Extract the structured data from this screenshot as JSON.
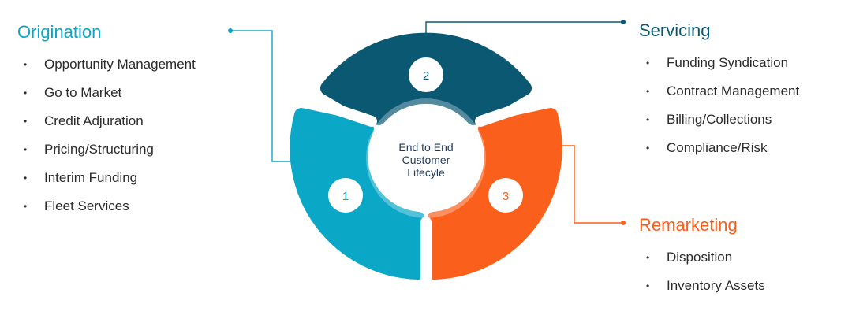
{
  "colors": {
    "teal": "#0aa7c6",
    "navy": "#0b5873",
    "orange": "#fb5f1c",
    "center": "#ffffff"
  },
  "center_label": [
    "End to End",
    "Customer",
    "Lifecyle"
  ],
  "origination": {
    "title": "Origination",
    "items": [
      "Opportunity Management",
      "Go to Market",
      "Credit Adjuration",
      "Pricing/Structuring",
      "Interim Funding",
      "Fleet Services"
    ]
  },
  "servicing": {
    "title": "Servicing",
    "items": [
      "Funding Syndication",
      "Contract Management",
      "Billing/Collections",
      "Compliance/Risk"
    ]
  },
  "remarketing": {
    "title": "Remarketing",
    "items": [
      "Disposition",
      "Inventory Assets"
    ]
  },
  "segments": [
    {
      "number": "1"
    },
    {
      "number": "2"
    },
    {
      "number": "3"
    }
  ]
}
